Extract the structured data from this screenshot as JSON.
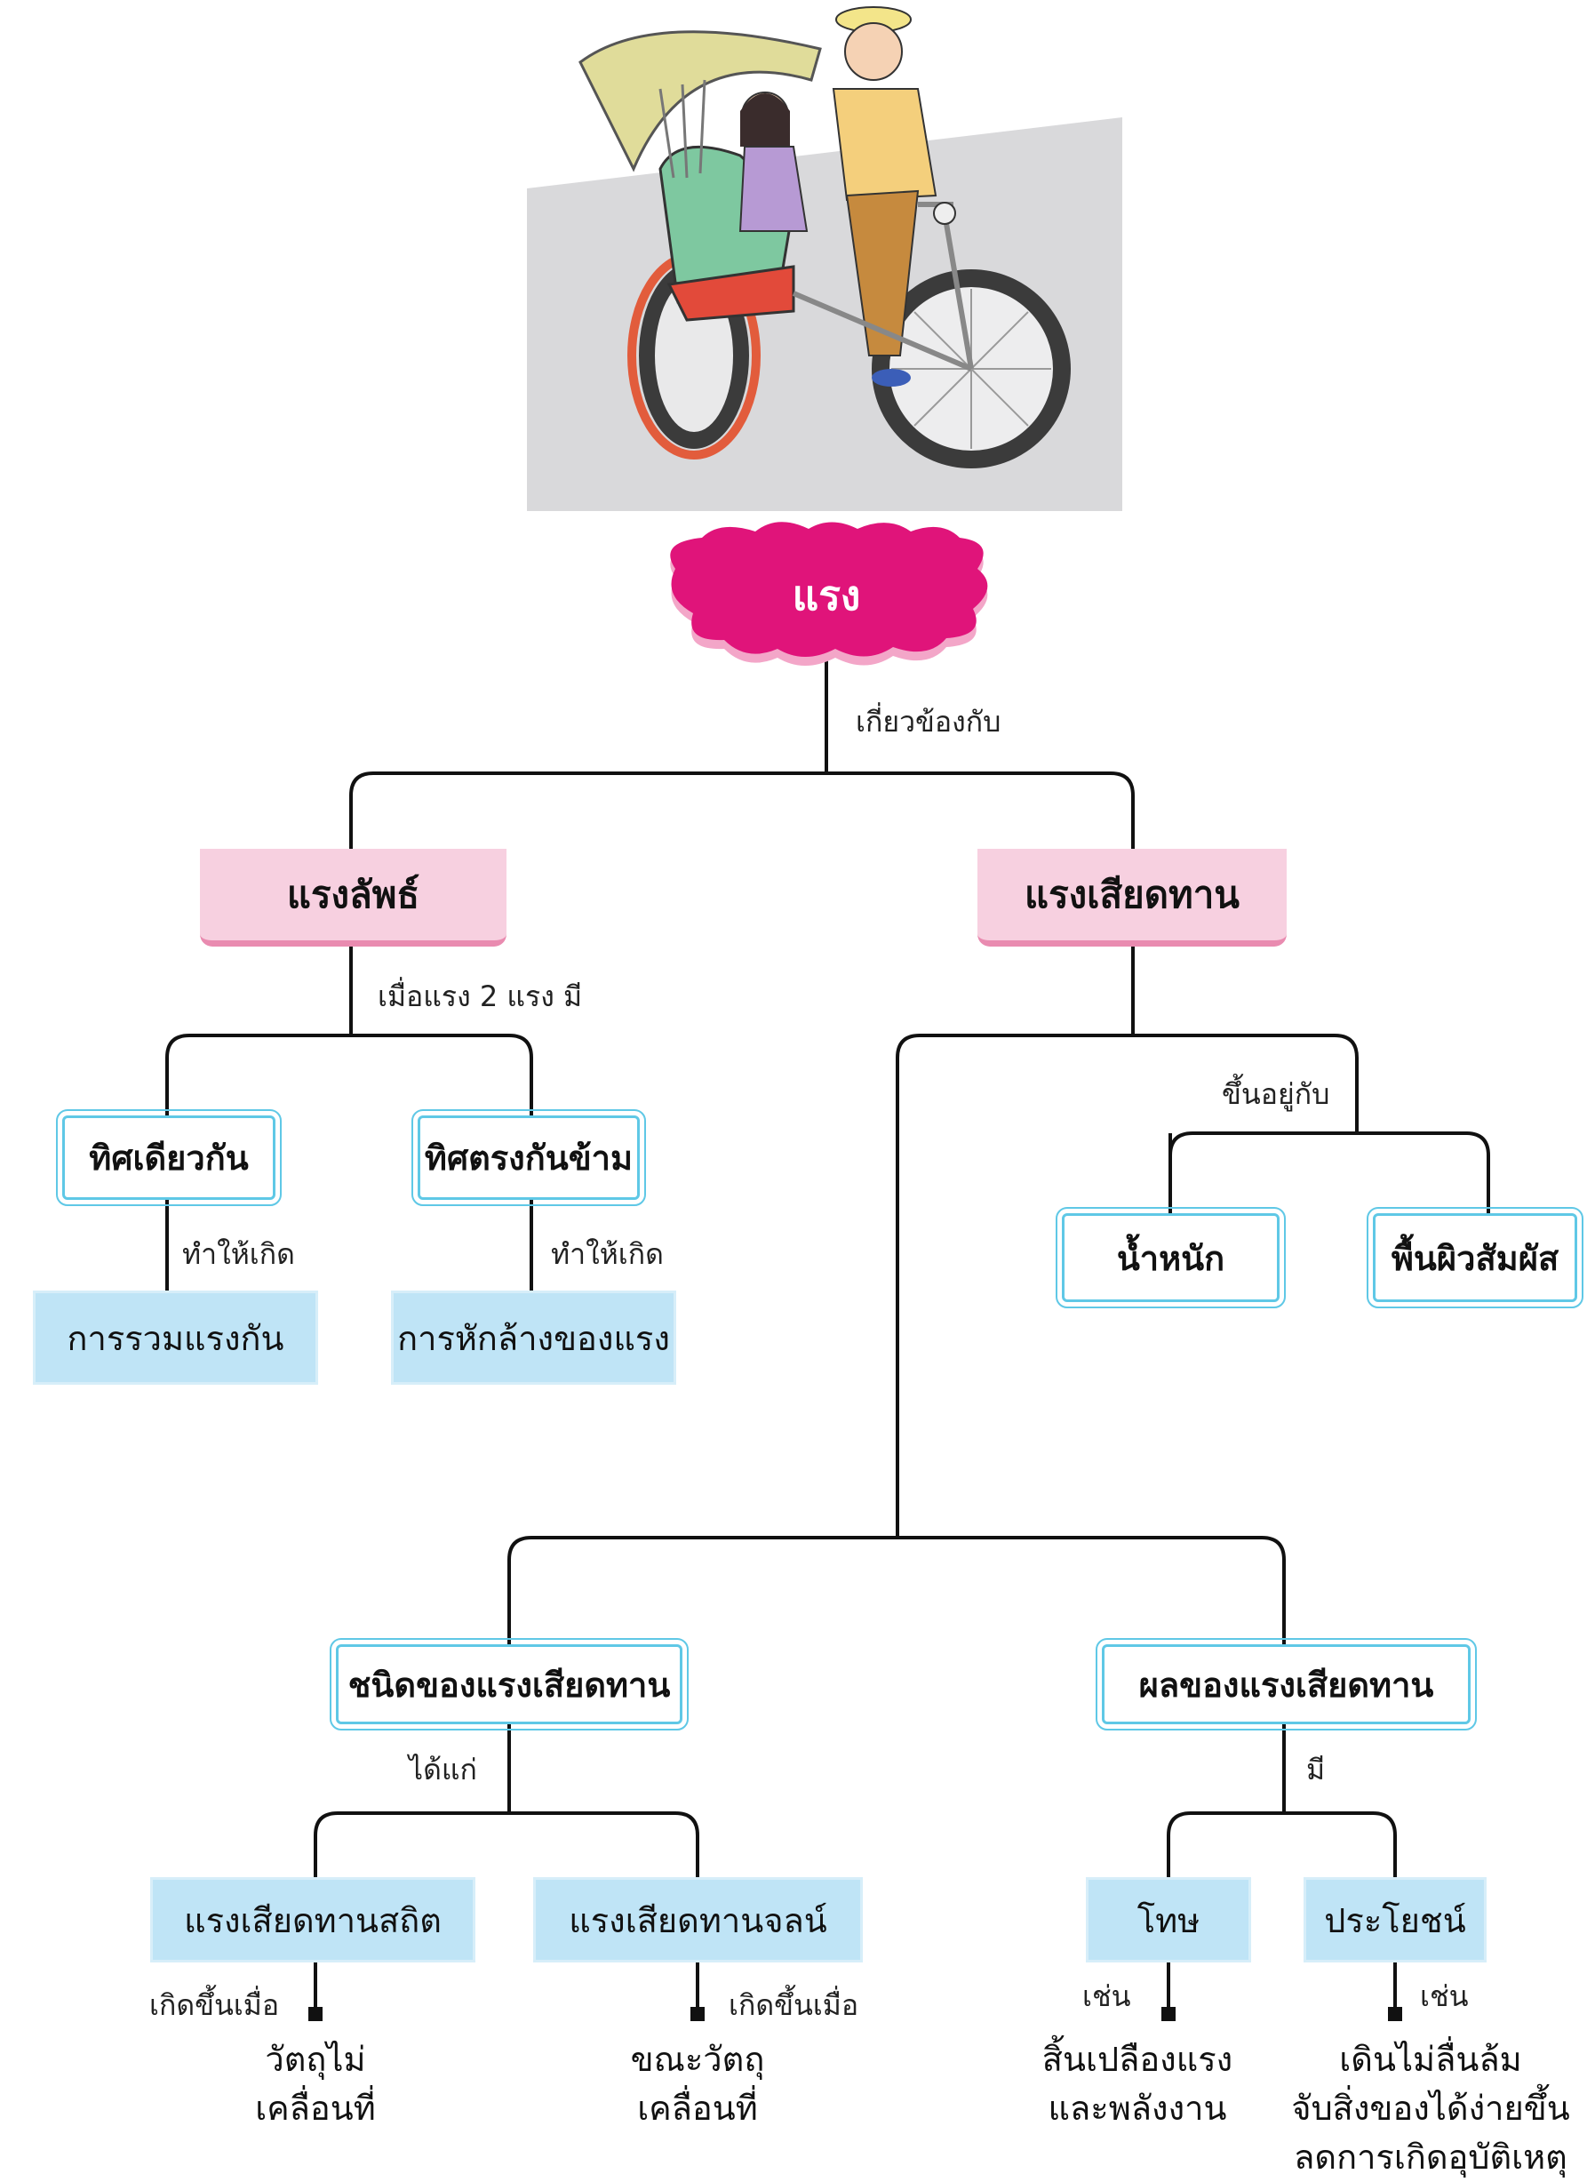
{
  "root": {
    "label": "แรง"
  },
  "connectors": {
    "related": "เกี่ยวข้องกับ",
    "when_two_forces": "เมื่อแรง 2 แรง มี",
    "cause_left": "ทำให้เกิด",
    "cause_right": "ทำให้เกิด",
    "depends_on": "ขึ้นอยู่กับ",
    "types": "ได้แก่",
    "has": "มี",
    "occurs_left": "เกิดขึ้นเมื่อ",
    "occurs_right": "เกิดขึ้นเมื่อ",
    "example_left": "เช่น",
    "example_right": "เช่น"
  },
  "nodes": {
    "resultant": "แรงลัพธ์",
    "friction": "แรงเสียดทาน",
    "same_dir": "ทิศเดียวกัน",
    "opposite_dir": "ทิศตรงกันข้าม",
    "combine": "การรวมแรงกัน",
    "cancel": "การหักล้างของแรง",
    "weight": "น้ำหนัก",
    "surface": "พื้นผิวสัมผัส",
    "friction_types": "ชนิดของแรงเสียดทาน",
    "friction_effects": "ผลของแรงเสียดทาน",
    "static": "แรงเสียดทานสถิต",
    "kinetic": "แรงเสียดทานจลน์",
    "harm": "โทษ",
    "benefit": "ประโยชน์"
  },
  "examples": {
    "static_when": [
      "วัตถุไม่",
      "เคลื่อนที่"
    ],
    "kinetic_when": [
      "ขณะวัตถุ",
      "เคลื่อนที่"
    ],
    "harm_ex": [
      "สิ้นเปลืองแรง",
      "และพลังงาน"
    ],
    "benefit_ex": [
      "เดินไม่ลื่นล้ม",
      "จับสิ่งของได้ง่ายขึ้น",
      "ลดการเกิดอุบัติเหตุ"
    ]
  },
  "colors": {
    "root_fill": "#e0147a",
    "pink_box": "#f7d0e0",
    "pink_edge": "#e98bb0",
    "frame": "#5fc8e6",
    "blue_box": "#bfe4f6",
    "line": "#111111",
    "road": "#d7d7d9"
  },
  "illustration": {
    "icon": "tricycle-rickshaw-illustration"
  }
}
